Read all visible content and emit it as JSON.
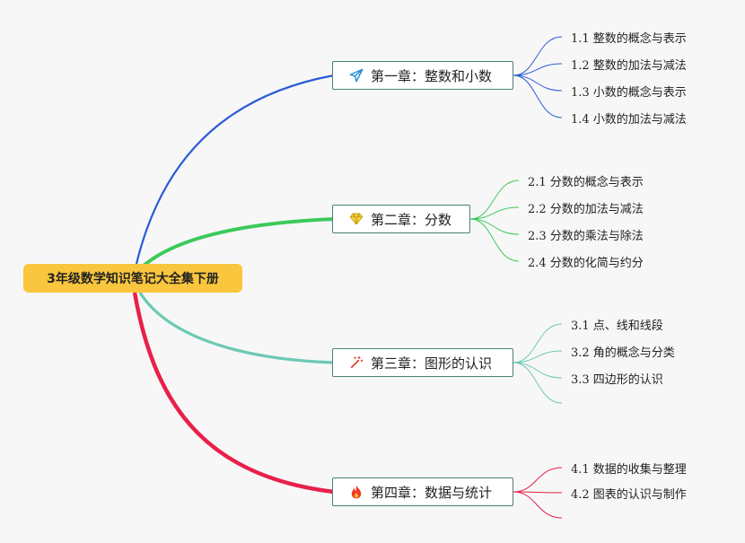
{
  "root": {
    "label": "3年级数学知识笔记大全集下册"
  },
  "chapters": [
    {
      "title": "第一章：整数和小数",
      "icon": "paper-plane-icon",
      "color": "#2a5bd7",
      "items": [
        "1.1 整数的概念与表示",
        "1.2 整数的加法与减法",
        "1.3 小数的概念与表示",
        "1.4 小数的加法与减法"
      ]
    },
    {
      "title": "第二章：分数",
      "icon": "diamond-icon",
      "color": "#3cc95a",
      "items": [
        "2.1 分数的概念与表示",
        "2.2 分数的加法与减法",
        "2.3 分数的乘法与除法",
        "2.4 分数的化简与约分"
      ]
    },
    {
      "title": "第三章：图形的认识",
      "icon": "magic-wand-icon",
      "color": "#6cc9b4",
      "items": [
        "3.1 点、线和线段",
        "3.2 角的概念与分类",
        "3.3 四边形的认识"
      ]
    },
    {
      "title": "第四章：数据与统计",
      "icon": "fire-icon",
      "color": "#e8204a",
      "items": [
        "4.1 数据的收集与整理",
        "4.2 图表的认识与制作"
      ]
    }
  ]
}
